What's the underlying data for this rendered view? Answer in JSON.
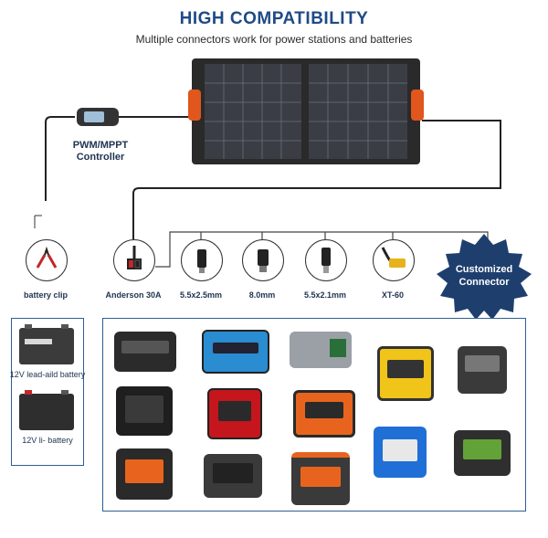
{
  "header": {
    "title": "HIGH COMPATIBILITY",
    "subtitle": "Multiple connectors work for power stations and batteries"
  },
  "controller": {
    "label_line1": "PWM/MPPT",
    "label_line2": "Controller"
  },
  "connectors": [
    {
      "label": "battery clip"
    },
    {
      "label": "Anderson 30A"
    },
    {
      "label": "5.5x2.5mm"
    },
    {
      "label": "8.0mm"
    },
    {
      "label": "5.5x2.1mm"
    },
    {
      "label": "XT-60"
    }
  ],
  "badge": {
    "line1": "Customized",
    "line2": "Connector"
  },
  "batteries": [
    {
      "label": "12V lead-aild battery"
    },
    {
      "label": "12V li- battery"
    }
  ],
  "colors": {
    "title": "#1f4a86",
    "badge": "#1e3f6e",
    "panel_border": "#2f5f92",
    "handle": "#e0561c"
  }
}
